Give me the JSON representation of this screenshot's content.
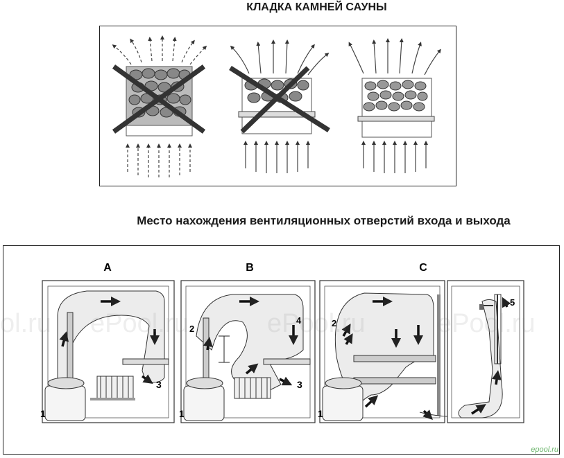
{
  "titles": {
    "stones": "КЛАДКА КАМНЕЙ САУНЫ",
    "vents": "Место нахождения вентиляционных отверстий входа и выхода"
  },
  "sections": {
    "a": "A",
    "b": "B",
    "c": "C"
  },
  "markers": {
    "a1": "1",
    "a3": "3",
    "b1": "1",
    "b2": "2",
    "b3": "3",
    "b4": "4",
    "c1": "1",
    "c2": "2",
    "c5": "5"
  },
  "watermark": {
    "text1": "ol.ru",
    "text2": "ePool.ru",
    "text3": "ePool.ru",
    "text4": "ePool.ru",
    "corner": "epool.ru"
  }
}
